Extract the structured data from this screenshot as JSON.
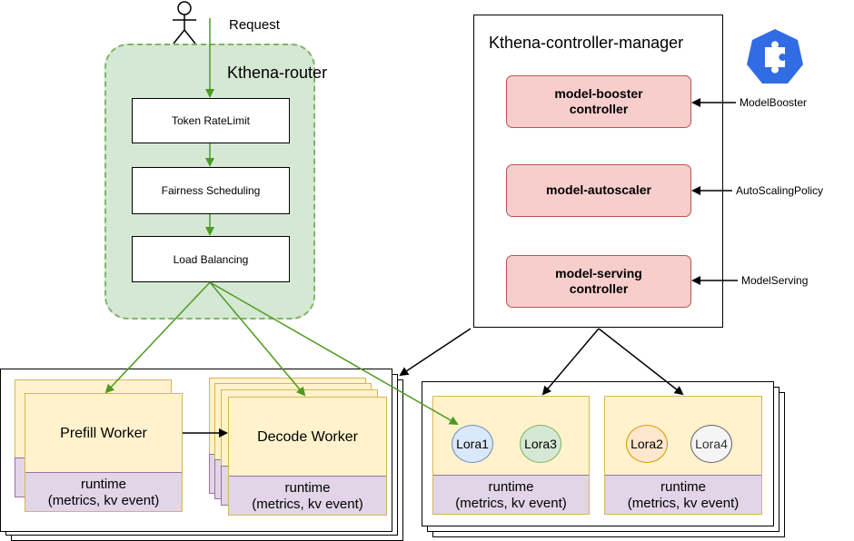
{
  "request_label": "Request",
  "router": {
    "title": "Kthena-router",
    "steps": [
      "Token RateLimit",
      "Fairness Scheduling",
      "Load Balancing"
    ]
  },
  "controller_manager": {
    "title": "Kthena-controller-manager",
    "controllers": [
      {
        "line1": "model-booster",
        "line2": "controller",
        "resource": "ModelBooster"
      },
      {
        "line1": "model-autoscaler",
        "line2": "",
        "resource": "AutoScalingPolicy"
      },
      {
        "line1": "model-serving",
        "line2": "controller",
        "resource": "ModelServing"
      }
    ]
  },
  "workers": {
    "prefill": {
      "title": "Prefill Worker",
      "runtime_line1": "runtime",
      "runtime_line2": "(metrics, kv event)"
    },
    "decode": {
      "title": "Decode Worker",
      "runtime_line1": "runtime",
      "runtime_line2": "(metrics, kv event)"
    }
  },
  "lora_groups": [
    {
      "adapters": [
        "Lora1",
        "Lora3"
      ],
      "runtime_line1": "runtime",
      "runtime_line2": "(metrics, kv event)"
    },
    {
      "adapters": [
        "Lora2",
        "Lora4"
      ],
      "runtime_line1": "runtime",
      "runtime_line2": "(metrics, kv event)"
    }
  ],
  "colors": {
    "router_fill": "#d5e8d4",
    "router_border": "#82b366",
    "green_arrow": "#4d9a20",
    "controller_fill": "#f8cecc",
    "controller_border": "#b85450",
    "worker_fill": "#fff2cc",
    "runtime_fill": "#e1d5e7",
    "lora1": "#dae8fc",
    "lora3": "#d5e8d4",
    "lora2": "#ffe6cc",
    "lora4": "#f5f5f5",
    "logo": "#326ce5"
  },
  "icons": [
    "person-icon",
    "kubernetes-puzzle-icon"
  ]
}
